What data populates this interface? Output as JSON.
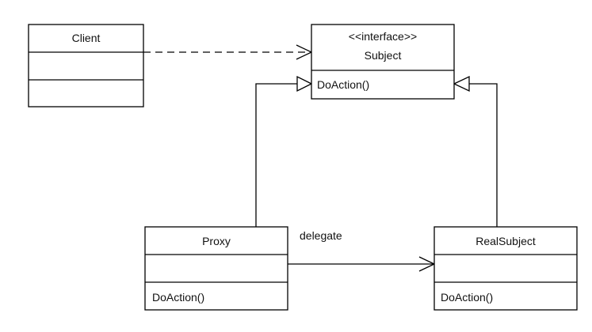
{
  "classes": {
    "client": {
      "name": "Client",
      "operations": ""
    },
    "subject": {
      "stereotype": "<<interface>>",
      "name": "Subject",
      "operations": "DoAction()"
    },
    "proxy": {
      "name": "Proxy",
      "operations": "DoAction()"
    },
    "real_subject": {
      "name": "RealSubject",
      "operations": "DoAction()"
    }
  },
  "relations": {
    "client_to_subject": {
      "kind": "dependency"
    },
    "proxy_to_subject": {
      "kind": "realization"
    },
    "real_subject_to_subject": {
      "kind": "realization"
    },
    "proxy_to_real_subject": {
      "kind": "association",
      "label": "delegate"
    }
  }
}
